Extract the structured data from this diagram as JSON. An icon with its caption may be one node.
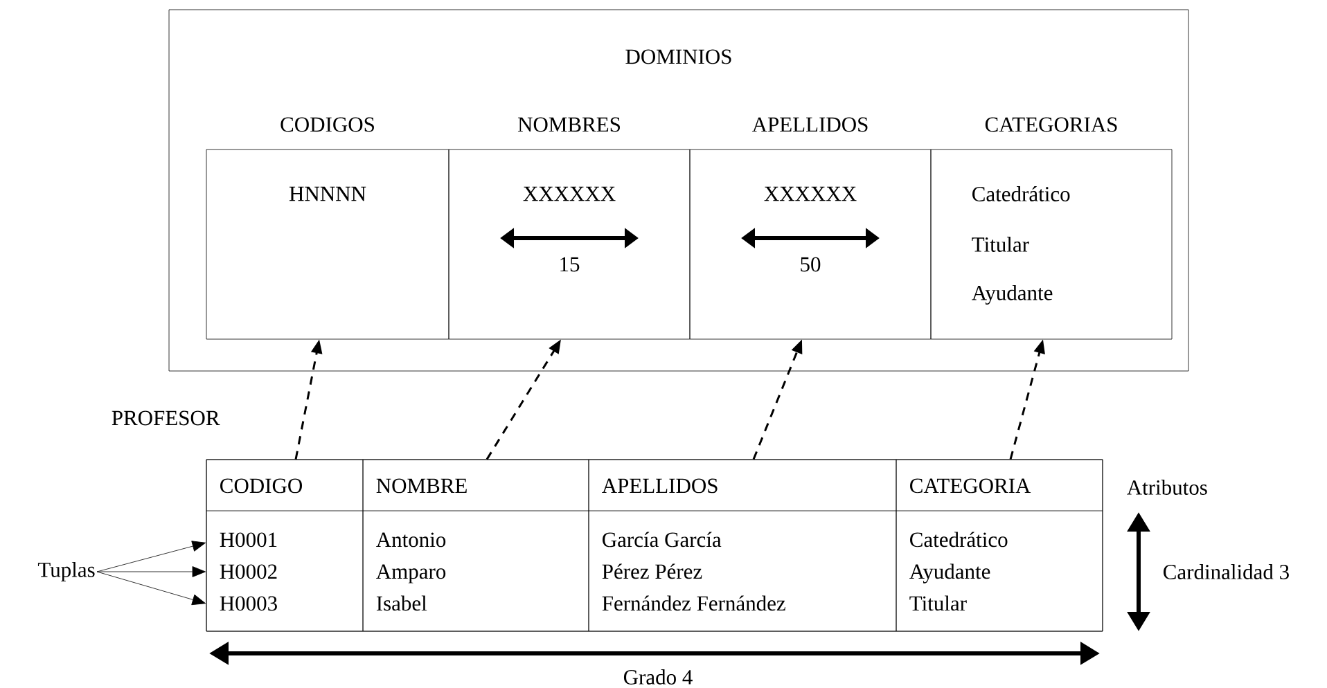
{
  "diagram": {
    "nodes": [
      {
        "text": [
          "DOMINIOS"
        ]
      },
      {
        "text": [
          "CODIGOS",
          "HNNNN"
        ],
        "in": 0
      },
      {
        "text": [
          "NOMBRES",
          "XXXXXX",
          "15"
        ],
        "in": 0
      },
      {
        "text": [
          "APELLIDOS",
          "XXXXXX",
          "50"
        ],
        "in": 0
      },
      {
        "text": [
          "CATEGORIAS",
          "Catedrático",
          "Titular",
          "Ayudante"
        ],
        "in": 0
      },
      {
        "text": [
          "PROFESOR"
        ]
      },
      {
        "text": [
          "CODIGO",
          "H0001",
          "H0002",
          "H0003"
        ],
        "in": 5
      },
      {
        "text": [
          "NOMBRE",
          "Antonio",
          "Amparo",
          "Isabel"
        ],
        "in": 5
      },
      {
        "text": [
          "APELLIDOS",
          "García García",
          "Pérez Pérez",
          "Fernández Fernández"
        ],
        "in": 5
      },
      {
        "text": [
          "CATEGORIA",
          "Catedrático",
          "Ayudante",
          "Titular"
        ],
        "in": 5
      },
      {
        "text": [
          "Tuplas"
        ]
      }
    ],
    "edges": [
      {
        "from": 6,
        "to": 1,
        "arrow": "to",
        "style": "dashed"
      },
      {
        "from": 7,
        "to": 2,
        "arrow": "to",
        "style": "dashed"
      },
      {
        "from": 8,
        "to": 3,
        "arrow": "to",
        "style": "dashed"
      },
      {
        "from": 9,
        "to": 4,
        "arrow": "to",
        "style": "dashed"
      },
      {
        "from": 10,
        "to": 6,
        "arrow": "to"
      },
      {
        "from": 10,
        "to": 6,
        "arrow": "to"
      },
      {
        "from": 10,
        "to": 6,
        "arrow": "to"
      }
    ],
    "labels": [
      "Atributos",
      "Cardinalidad 3",
      "Grado 4"
    ]
  }
}
